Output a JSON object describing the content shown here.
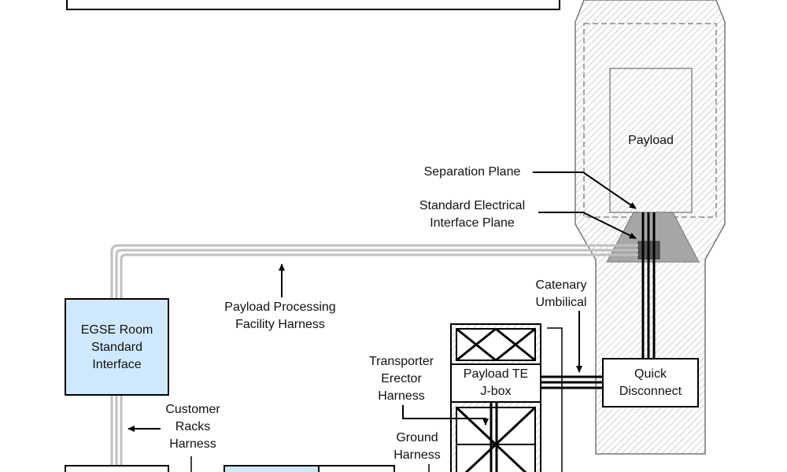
{
  "labels": {
    "payload": "Payload",
    "separation_plane": "Separation Plane",
    "standard_electrical_interface_plane": "Standard Electrical\nInterface Plane",
    "payload_processing_facility_harness": "Payload Processing\nFacility Harness",
    "catenary_umbilical": "Catenary\nUmbilical",
    "egse_room_standard_interface": "EGSE Room\nStandard\nInterface",
    "transporter_erector_harness": "Transporter\nErector\nHarness",
    "payload_te_jbox": "Payload TE\nJ-box",
    "quick_disconnect": "Quick\nDisconnect",
    "customer_racks_harness": "Customer\nRacks\nHarness",
    "ground_harness": "Ground\nHarness"
  },
  "colors": {
    "box_fill_blue": "#cfe8fb",
    "hatch_gray": "#9a9a9a",
    "harness_gray": "#bfbfbf",
    "interface_dark": "#555555"
  }
}
